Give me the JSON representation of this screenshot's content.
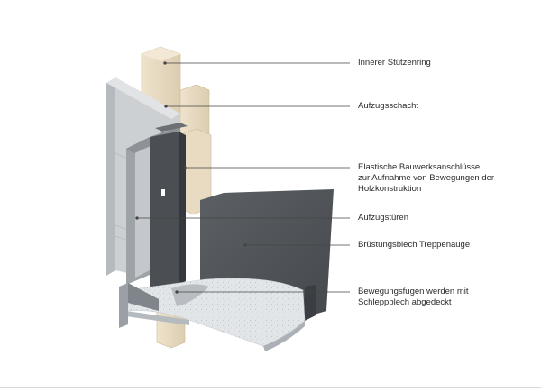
{
  "labels": {
    "support_ring": "Innerer Stützenring",
    "elevator_shaft": "Aufzugsschacht",
    "elastic_line1": "Elastische Bauwerksanschlüsse",
    "elastic_line2": "zur Aufnahme von Bewegungen der",
    "elastic_line3": "Holzkonstruktion",
    "elevator_doors": "Aufzugstüren",
    "parapet_sheet": "Brüstungsblech Treppenauge",
    "joints_line1": "Bewegungsfugen werden mit",
    "joints_line2": "Schleppblech abgedeckt"
  },
  "colors": {
    "wood": "#e6d8bf",
    "wood_shade": "#cfbf9f",
    "steel_light": "#c9cccf",
    "steel_mid": "#a9adb1",
    "steel_dark": "#7e8388",
    "sheet_dark": "#55585c",
    "sheet_darker": "#3f4246",
    "floor": "#dfe2e5",
    "leader": "#444444"
  }
}
